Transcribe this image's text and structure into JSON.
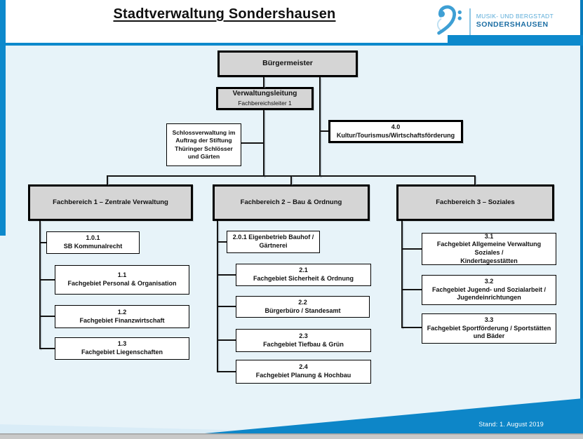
{
  "page": {
    "title": "Stadtverwaltung Sondershausen",
    "footer_status": "Stand: 1. August 2019"
  },
  "logo": {
    "icon": "bass-clef-icon",
    "line1": "MUSIK- UND BERGSTADT",
    "line2": "SONDERSHAUSEN"
  },
  "org": {
    "root": "Bürgermeister",
    "leitung_title": "Verwaltungsleitung",
    "leitung_sub": "Fachbereichsleiter 1",
    "schloss_lines": [
      "Schlossverwaltung im",
      "Auftrag der Stiftung",
      "Thüringer Schlösser",
      "und Gärten"
    ],
    "kultur": "4.0 Kultur/Tourismus/Wirtschaftsförderung",
    "fb1": {
      "title": "Fachbereich 1 – Zentrale Verwaltung",
      "units": [
        [
          "1.0.1",
          "SB Kommunalrecht"
        ],
        [
          "1.1",
          "Fachgebiet Personal & Organisation"
        ],
        [
          "1.2",
          "Fachgebiet Finanzwirtschaft"
        ],
        [
          "1.3",
          "Fachgebiet Liegenschaften"
        ]
      ]
    },
    "fb2": {
      "title": "Fachbereich 2 – Bau & Ordnung",
      "units": [
        [
          "2.0.1 Eigenbetrieb Bauhof /",
          "Gärtnerei"
        ],
        [
          "2.1",
          "Fachgebiet Sicherheit & Ordnung"
        ],
        [
          "2.2",
          "Bürgerbüro / Standesamt"
        ],
        [
          "2.3",
          "Fachgebiet Tiefbau & Grün"
        ],
        [
          "2.4",
          "Fachgebiet Planung & Hochbau"
        ]
      ]
    },
    "fb3": {
      "title": "Fachbereich 3 – Soziales",
      "units": [
        [
          "3.1",
          "Fachgebiet Allgemeine Verwaltung Soziales /",
          "Kindertagesstätten"
        ],
        [
          "3.2",
          "Fachgebiet Jugend- und Sozialarbeit /",
          "Jugendeinrichtungen"
        ],
        [
          "3.3",
          "Fachgebiet Sportförderung / Sportstätten",
          "und Bäder"
        ]
      ]
    }
  },
  "colors": {
    "accent_blue": "#0d89cc",
    "chart_bg": "#e7f3f9",
    "box_gray": "#d5d5d5",
    "logo_light_blue": "#5aabd8",
    "logo_dark_blue": "#1c6ea4",
    "footer_gray": "#c4c4c4"
  }
}
